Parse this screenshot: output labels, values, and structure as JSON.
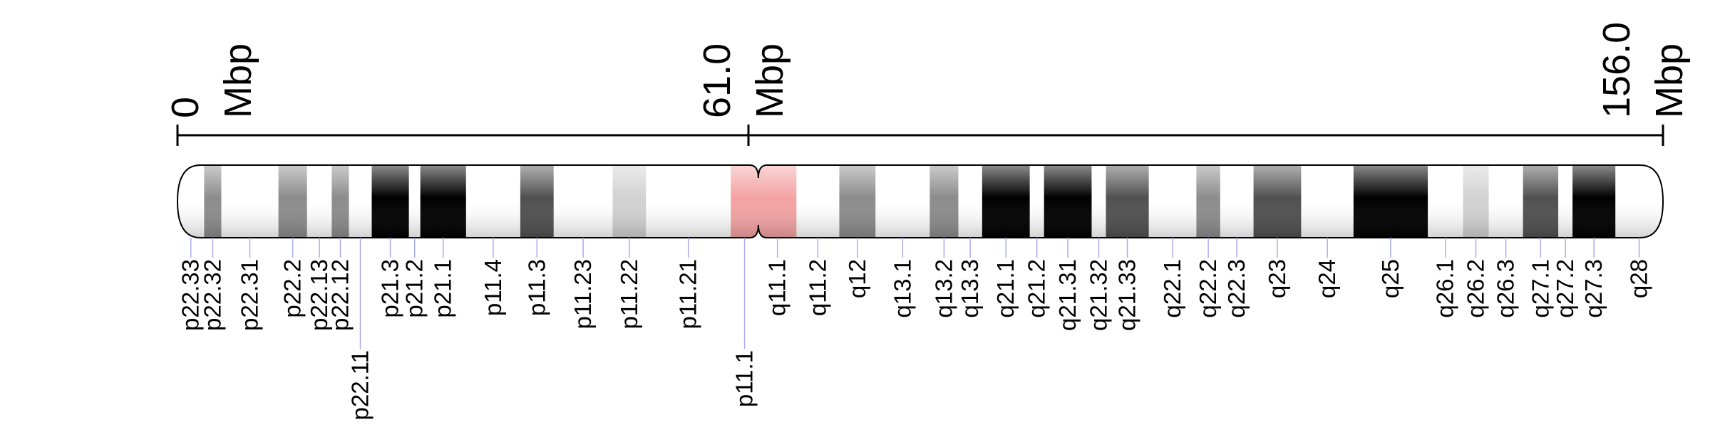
{
  "scale": {
    "start": {
      "value": "0",
      "unit": "Mbp"
    },
    "centromere": {
      "value": "61.0",
      "unit": "Mbp"
    },
    "end": {
      "value": "156.0",
      "unit": "Mbp"
    }
  },
  "colors": {
    "white": "#ffffff",
    "gpos25": "#d2d2d2",
    "gpos50": "#8c8c8c",
    "gpos75": "#505050",
    "gpos100": "#000000",
    "acen": "#f4a3a3",
    "outline": "#000000",
    "leader": "#aaaaee"
  },
  "bands": [
    {
      "label": "p22.33",
      "start": 0,
      "end": 2.8,
      "stain": "white"
    },
    {
      "label": "p22.32",
      "start": 2.8,
      "end": 4.6,
      "stain": "gpos50"
    },
    {
      "label": "p22.31",
      "start": 4.6,
      "end": 10.6,
      "stain": "white"
    },
    {
      "label": "p22.2",
      "start": 10.6,
      "end": 13.6,
      "stain": "gpos50"
    },
    {
      "label": "p22.13",
      "start": 13.6,
      "end": 16.2,
      "stain": "white"
    },
    {
      "label": "p22.12",
      "start": 16.2,
      "end": 18.0,
      "stain": "gpos50"
    },
    {
      "label": "p22.11",
      "start": 18.0,
      "end": 20.4,
      "stain": "white"
    },
    {
      "label": "p21.3",
      "start": 20.4,
      "end": 24.3,
      "stain": "gpos100"
    },
    {
      "label": "p21.2",
      "start": 24.3,
      "end": 25.5,
      "stain": "white"
    },
    {
      "label": "p21.1",
      "start": 25.5,
      "end": 30.3,
      "stain": "gpos100"
    },
    {
      "label": "p11.4",
      "start": 30.3,
      "end": 36.0,
      "stain": "white"
    },
    {
      "label": "p11.3",
      "start": 36.0,
      "end": 39.5,
      "stain": "gpos75"
    },
    {
      "label": "p11.23",
      "start": 39.5,
      "end": 45.7,
      "stain": "white"
    },
    {
      "label": "p11.22",
      "start": 45.7,
      "end": 49.2,
      "stain": "gpos25"
    },
    {
      "label": "p11.21",
      "start": 49.2,
      "end": 58.1,
      "stain": "white"
    },
    {
      "label": "p11.1",
      "start": 58.1,
      "end": 61.0,
      "stain": "acen"
    },
    {
      "label": "q11.1",
      "start": 61.0,
      "end": 65.0,
      "stain": "acen"
    },
    {
      "label": "q11.2",
      "start": 65.0,
      "end": 69.5,
      "stain": "white"
    },
    {
      "label": "q12",
      "start": 69.5,
      "end": 73.3,
      "stain": "gpos50"
    },
    {
      "label": "q13.1",
      "start": 73.3,
      "end": 79.0,
      "stain": "white"
    },
    {
      "label": "q13.2",
      "start": 79.0,
      "end": 82.0,
      "stain": "gpos50"
    },
    {
      "label": "q13.3",
      "start": 82.0,
      "end": 84.5,
      "stain": "white"
    },
    {
      "label": "q21.1",
      "start": 84.5,
      "end": 89.5,
      "stain": "gpos100"
    },
    {
      "label": "q21.2",
      "start": 89.5,
      "end": 91.0,
      "stain": "white"
    },
    {
      "label": "q21.31",
      "start": 91.0,
      "end": 96.0,
      "stain": "gpos100"
    },
    {
      "label": "q21.32",
      "start": 96.0,
      "end": 97.5,
      "stain": "white"
    },
    {
      "label": "q21.33",
      "start": 97.5,
      "end": 102.0,
      "stain": "gpos75"
    },
    {
      "label": "q22.1",
      "start": 102.0,
      "end": 107.0,
      "stain": "white"
    },
    {
      "label": "q22.2",
      "start": 107.0,
      "end": 109.5,
      "stain": "gpos50"
    },
    {
      "label": "q22.3",
      "start": 109.5,
      "end": 113.0,
      "stain": "white"
    },
    {
      "label": "q23",
      "start": 113.0,
      "end": 118.0,
      "stain": "gpos75"
    },
    {
      "label": "q24",
      "start": 118.0,
      "end": 123.5,
      "stain": "white"
    },
    {
      "label": "q25",
      "start": 123.5,
      "end": 131.3,
      "stain": "gpos100"
    },
    {
      "label": "q26.1",
      "start": 131.3,
      "end": 135.0,
      "stain": "white"
    },
    {
      "label": "q26.2",
      "start": 135.0,
      "end": 137.7,
      "stain": "gpos25"
    },
    {
      "label": "q26.3",
      "start": 137.7,
      "end": 141.3,
      "stain": "white"
    },
    {
      "label": "q27.1",
      "start": 141.3,
      "end": 145.0,
      "stain": "gpos75"
    },
    {
      "label": "q27.2",
      "start": 145.0,
      "end": 146.5,
      "stain": "white"
    },
    {
      "label": "q27.3",
      "start": 146.5,
      "end": 151.0,
      "stain": "gpos100"
    },
    {
      "label": "q28",
      "start": 151.0,
      "end": 156.0,
      "stain": "white"
    }
  ],
  "long_leader_labels": [
    "p22.11",
    "p11.1"
  ]
}
